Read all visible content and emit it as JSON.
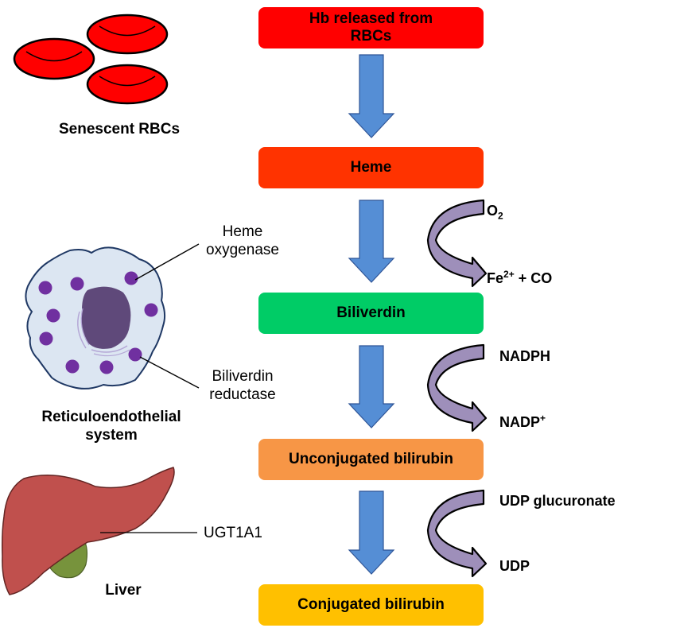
{
  "title": "Bilirubin metabolism pathway",
  "colors": {
    "hb_box": "#ff0000",
    "heme_box": "#ff3300",
    "biliverdin_box": "#00cc66",
    "unconjugated_box": "#f79646",
    "conjugated_box": "#ffc000",
    "down_arrow": "#558ed5",
    "curved_arrow": "#9e8fba",
    "rbc": "#ff0000",
    "cell_body": "#dce6f2",
    "granule": "#7030a0",
    "nucleus": "#5f497a",
    "liver": "#c0504d",
    "gallbladder": "#77933c"
  },
  "pathway": {
    "steps": [
      {
        "id": "hb",
        "label": "Hb released from RBCs"
      },
      {
        "id": "heme",
        "label": "Heme"
      },
      {
        "id": "biliverdin",
        "label": "Biliverdin"
      },
      {
        "id": "unconjugated",
        "label": "Unconjugated bilirubin"
      },
      {
        "id": "conjugated",
        "label": "Conjugated bilirubin"
      }
    ],
    "cofactors": [
      {
        "input": "O",
        "input_sub": "2",
        "output": "Fe",
        "output_sup": "2+",
        "output_rest": " + CO"
      },
      {
        "input": "NADPH",
        "output": "NADP",
        "output_sup": "+"
      },
      {
        "input": "UDP glucuronate",
        "output": "UDP"
      }
    ]
  },
  "left_panel": {
    "rbc_label": "Senescent RBCs",
    "cell_label_line1": "Reticuloendothelial",
    "cell_label_line2": "system",
    "enzyme1_line1": "Heme",
    "enzyme1_line2": "oxygenase",
    "enzyme2_line1": "Biliverdin",
    "enzyme2_line2": "reductase",
    "liver_label": "Liver",
    "enzyme3": "UGT1A1"
  }
}
